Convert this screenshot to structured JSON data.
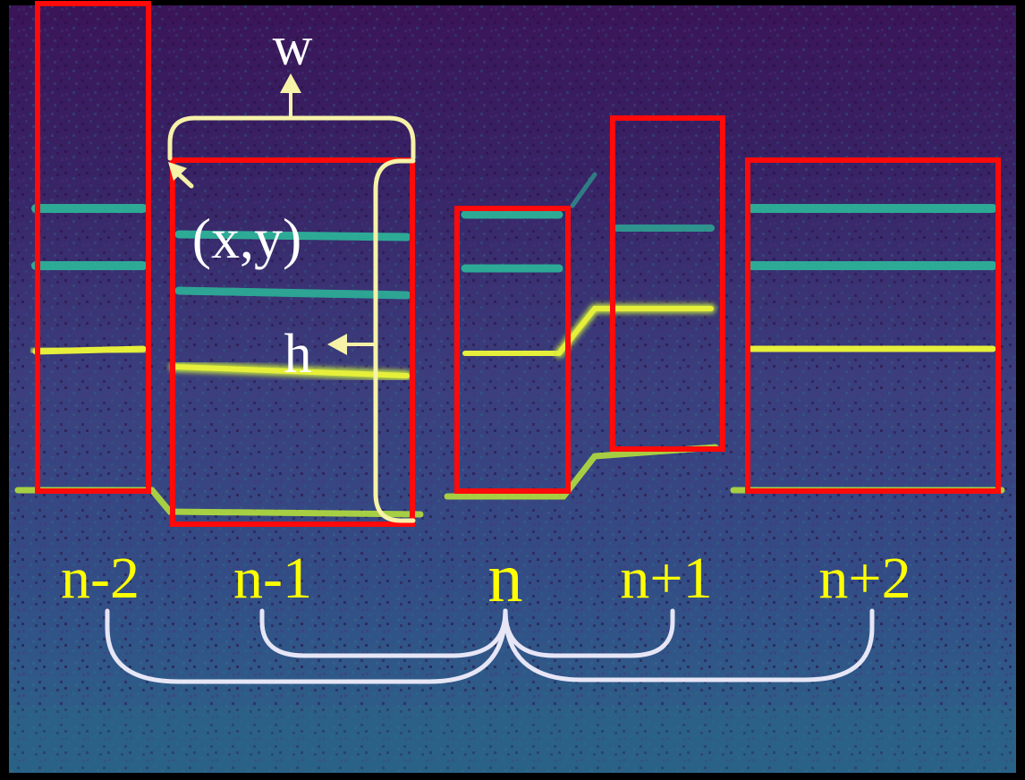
{
  "diagram": {
    "labels": {
      "width": "w",
      "height": "h",
      "origin": "(x,y)"
    },
    "boxes": [
      {
        "name": "box-n-minus-2",
        "label": "n-2"
      },
      {
        "name": "box-n-minus-1",
        "label": "n-1"
      },
      {
        "name": "box-n",
        "label": "n"
      },
      {
        "name": "box-n-plus-1",
        "label": "n+1"
      },
      {
        "name": "box-n-plus-2",
        "label": "n+2"
      }
    ]
  },
  "colors": {
    "box_stroke": "#ff0a0a",
    "annotation": "#f6f2a8",
    "index_text": "#ffff00",
    "context_brace": "#e6e6f6",
    "background_dark": "#3a1558",
    "background_mid": "#3b3f7e",
    "harmonic_teal": "#2cb89a",
    "harmonic_yellow": "#e6ef3a"
  }
}
